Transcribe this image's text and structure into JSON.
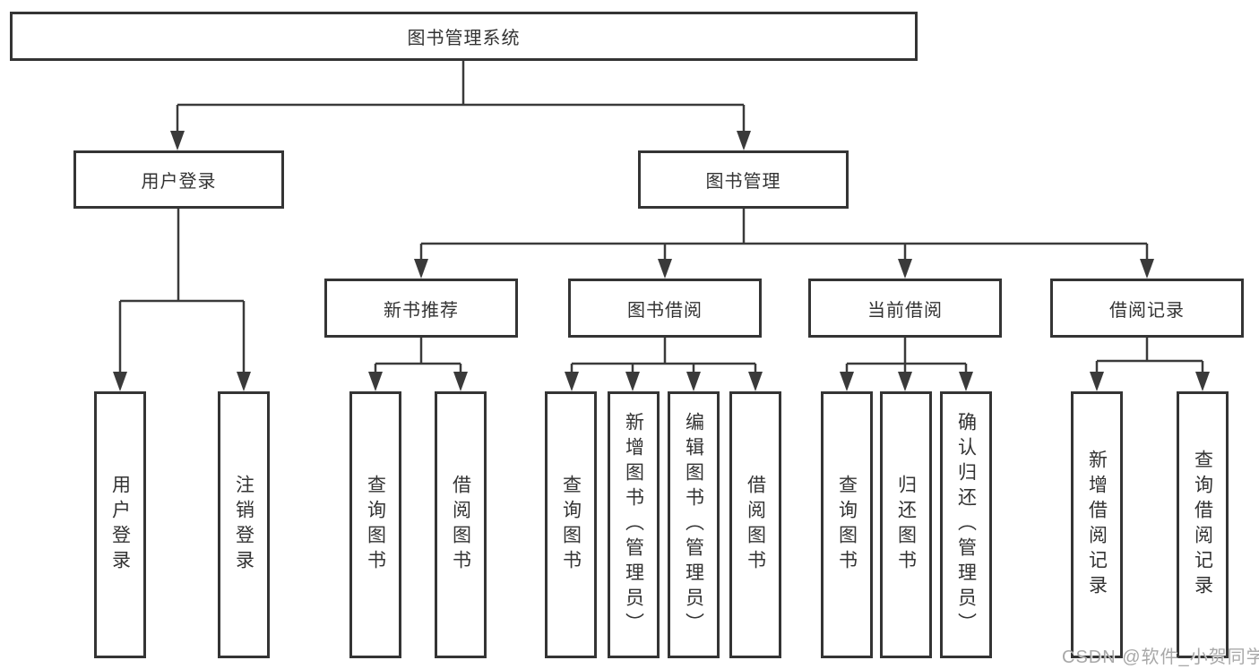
{
  "diagram": {
    "title_node": {
      "label": "图书管理系统"
    },
    "level2": [
      {
        "label": "用户登录"
      },
      {
        "label": "图书管理"
      }
    ],
    "level3": [
      {
        "label": "新书推荐"
      },
      {
        "label": "图书借阅"
      },
      {
        "label": "当前借阅"
      },
      {
        "label": "借阅记录"
      }
    ],
    "leaves": {
      "user_login": [
        {
          "label": "用户登录"
        },
        {
          "label": "注销登录"
        }
      ],
      "new_books": [
        {
          "label": "查询图书"
        },
        {
          "label": "借阅图书"
        }
      ],
      "book_borrow": [
        {
          "label": "查询图书"
        },
        {
          "label": "新增图书（管理员）"
        },
        {
          "label": "编辑图书（管理员）"
        },
        {
          "label": "借阅图书"
        }
      ],
      "current_borrow": [
        {
          "label": "查询图书"
        },
        {
          "label": "归还图书"
        },
        {
          "label": "确认归还（管理员）"
        }
      ],
      "borrow_records": [
        {
          "label": "新增借阅记录"
        },
        {
          "label": "查询借阅记录"
        }
      ]
    },
    "colors": {
      "line": "#3a3a3a",
      "box_border": "#343434",
      "text": "#333333",
      "watermark": "#9e9e9e"
    }
  },
  "watermark": {
    "text": "CSDN @软件_小贺同学"
  }
}
